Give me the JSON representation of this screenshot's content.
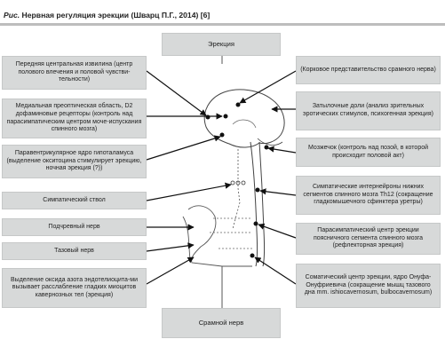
{
  "caption": {
    "prefix": "Рис.",
    "text": "Нервная регуляция эрекции (Шварц П.Г., 2014) [6]"
  },
  "boxes": {
    "erection": "Эрекция",
    "precentral": "Передняя центральная извилина (центр полового влечения и половой чувстви-тельности)",
    "preoptic": "Медиальная преоптическая область, D2 дофаминовые рецепторы (контроль над парасимпатическим центром моче-испускания спинного мозга)",
    "paraventricular": "Паравентрикулярное ядро гипоталамуса (выделение окситоцина стимулирует эрекцию, ночная эрекция (?))",
    "sympathetic_trunk": "Симпатический ствол",
    "hypogastric": "Подчревный нерв",
    "pelvic": "Тазовый нерв",
    "nitric_oxide": "Выделение оксида азота эндотелиоцита-ми вызывает расслабление гладких миоцитов кавернозных тел (эрекция)",
    "pudendal": "Срамной нерв",
    "cortical": "(Корковое представительство срамного нерва)",
    "occipital": "Затылочные доли (анализ зрительных эротических стимулов, психогенная эрекция)",
    "cerebellum": "Мозжечок (контроль над позой, в которой происходит половой акт)",
    "sympathetic_interneurons": "Симпатические интернейроны нижних сегментов спинного мозга Th12 (сокращение гладкомышечного сфинктера уретры)",
    "parasympathetic": "Парасимпатический центр эрекции поясничного сегмента спинного мозга (рефлекторная эрекция)",
    "onuf": "Соматический центр эрекции, ядро Онуфа-Онуфриевича (сокращение мышц тазового дна mm. ishiocavernosum, bulbocavernosum)"
  }
}
